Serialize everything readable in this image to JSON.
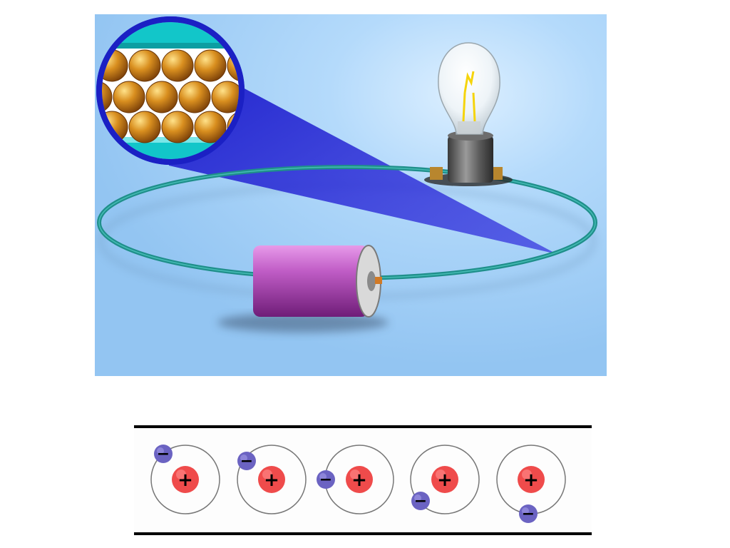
{
  "circuit": {
    "components": [
      "light-bulb",
      "battery",
      "wire-loop",
      "magnifier-lattice"
    ],
    "colors": {
      "background": "#9ccbf4",
      "wire": "#1f8f8a",
      "battery": "#b13bb8",
      "beam": "#1b1bcf",
      "lattice_atom": "#c9801a",
      "lattice_band": "#12c6c9"
    }
  },
  "conductor": {
    "atoms": [
      {
        "nucleus_label": "+",
        "electron_label": "−"
      },
      {
        "nucleus_label": "+",
        "electron_label": "−"
      },
      {
        "nucleus_label": "+",
        "electron_label": "−"
      },
      {
        "nucleus_label": "+",
        "electron_label": "−"
      },
      {
        "nucleus_label": "+",
        "electron_label": "−"
      }
    ],
    "colors": {
      "nucleus": "#ef4b4b",
      "electron": "#6b63c2",
      "orbit": "#777777",
      "rail": "#000000"
    }
  }
}
